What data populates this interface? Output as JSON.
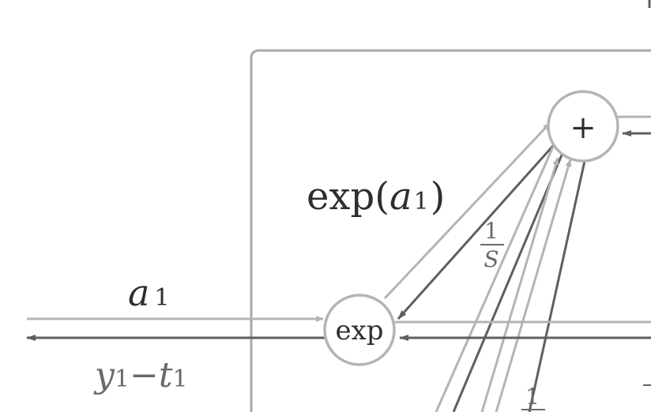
{
  "nodes": {
    "plus_symbol": "+",
    "exp_label": "exp"
  },
  "labels": {
    "exp_a": "exp(",
    "exp_a_var": "a",
    "exp_a_sub": "1",
    "exp_a_close": ")",
    "a1_var": "a",
    "a1_sub": "1",
    "frac_num": "1",
    "frac_den": "S",
    "y_var": "y",
    "y_sub": "1",
    "minus": "−",
    "t_var": "t",
    "t_sub": "1",
    "bottom_frac_num": "1"
  },
  "colors": {
    "forward": "#b4b4b4",
    "backward": "#5f5f5f",
    "box": "#a9a9a9",
    "text": "#2e2e2e",
    "text_gray": "#6a6a6a"
  }
}
